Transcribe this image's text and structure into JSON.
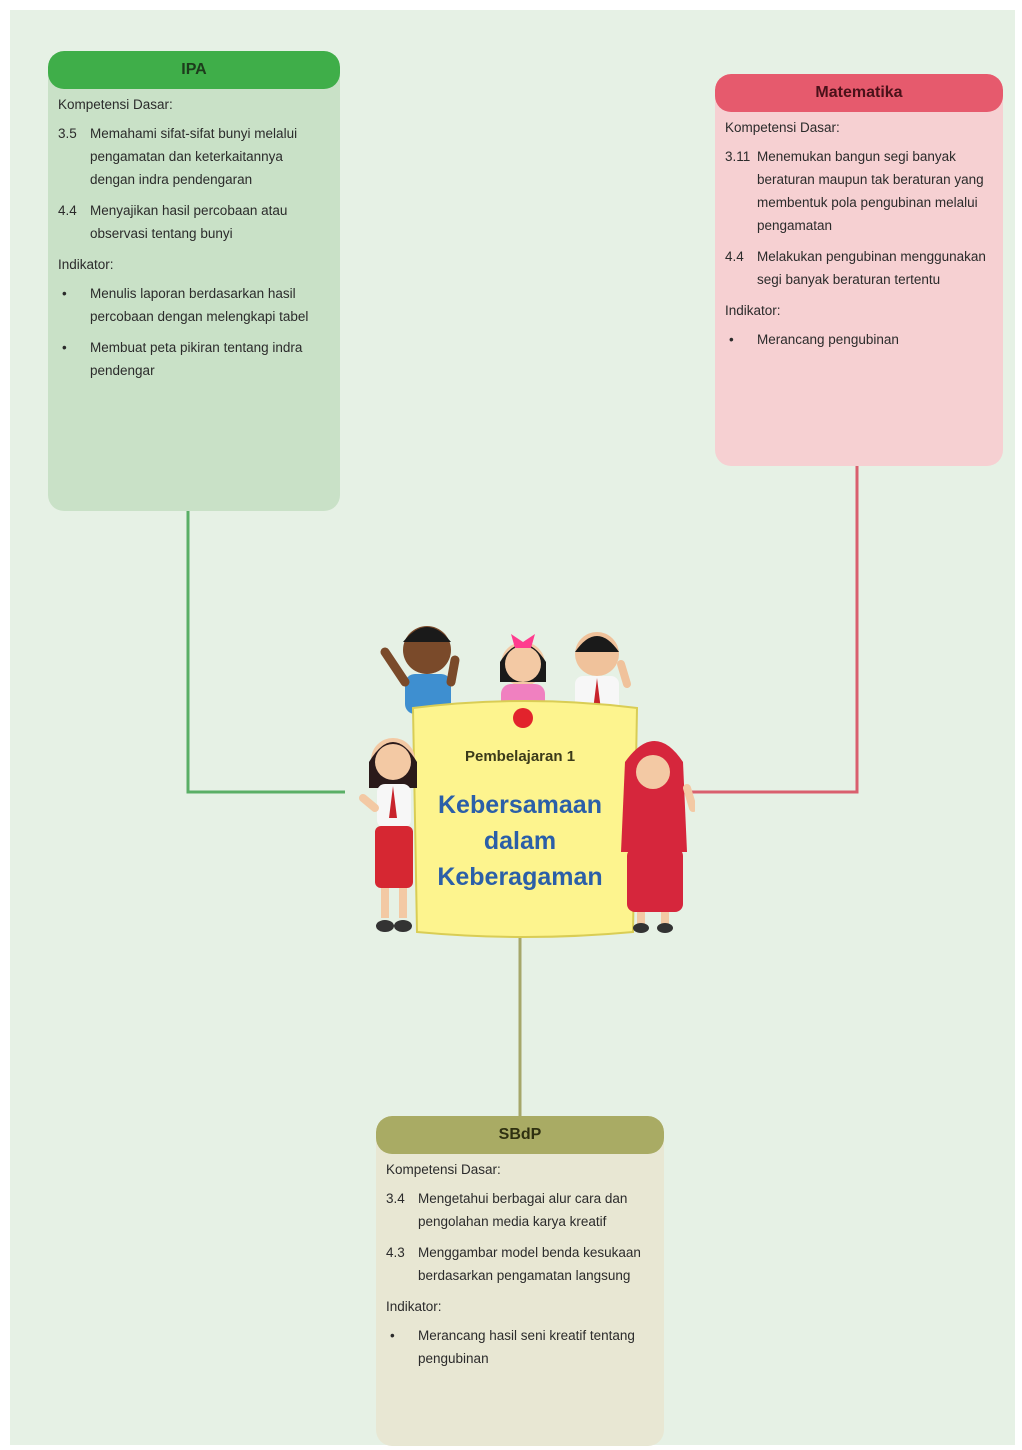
{
  "center": {
    "subtitle": "Pembelajaran 1",
    "title": "Kebersamaan dalam Keberagaman"
  },
  "cards": {
    "ipa": {
      "title": "IPA",
      "kd_label": "Kompetensi Dasar:",
      "kd": [
        {
          "num": "3.5",
          "text": "Memahami sifat-sifat bunyi melalui pengamatan dan keterkaitannya dengan indra pendengaran"
        },
        {
          "num": "4.4",
          "text": "Menyajikan hasil percobaan atau observasi tentang bunyi"
        }
      ],
      "ind_label": "Indikator:",
      "indicators": [
        "Menulis laporan berdasarkan hasil percobaan dengan melengkapi tabel",
        "Membuat peta pikiran tentang indra pendengar"
      ]
    },
    "matematika": {
      "title": "Matematika",
      "kd_label": "Kompetensi Dasar:",
      "kd": [
        {
          "num": "3.11",
          "text": "Menemukan bangun segi banyak beraturan maupun tak beraturan yang membentuk pola pengubinan melalui pengamatan"
        },
        {
          "num": "4.4",
          "text": "Melakukan pengubinan menggunakan segi banyak beraturan tertentu"
        }
      ],
      "ind_label": "Indikator:",
      "indicators": [
        "Merancang pengubinan"
      ]
    },
    "sbdp": {
      "title": "SBdP",
      "kd_label": "Kompetensi Dasar:",
      "kd": [
        {
          "num": "3.4",
          "text": "Mengetahui berbagai alur cara dan pengolahan media karya kreatif"
        },
        {
          "num": "4.3",
          "text": "Menggambar model benda kesukaan berdasarkan pengamatan langsung"
        }
      ],
      "ind_label": "Indikator:",
      "indicators": [
        "Merancang hasil seni kreatif tentang pengubinan"
      ]
    }
  },
  "colors": {
    "ipa": "#3fae49",
    "matematika": "#e65a6d",
    "sbdp": "#a9ab64",
    "title_blue": "#2b5fa8"
  }
}
